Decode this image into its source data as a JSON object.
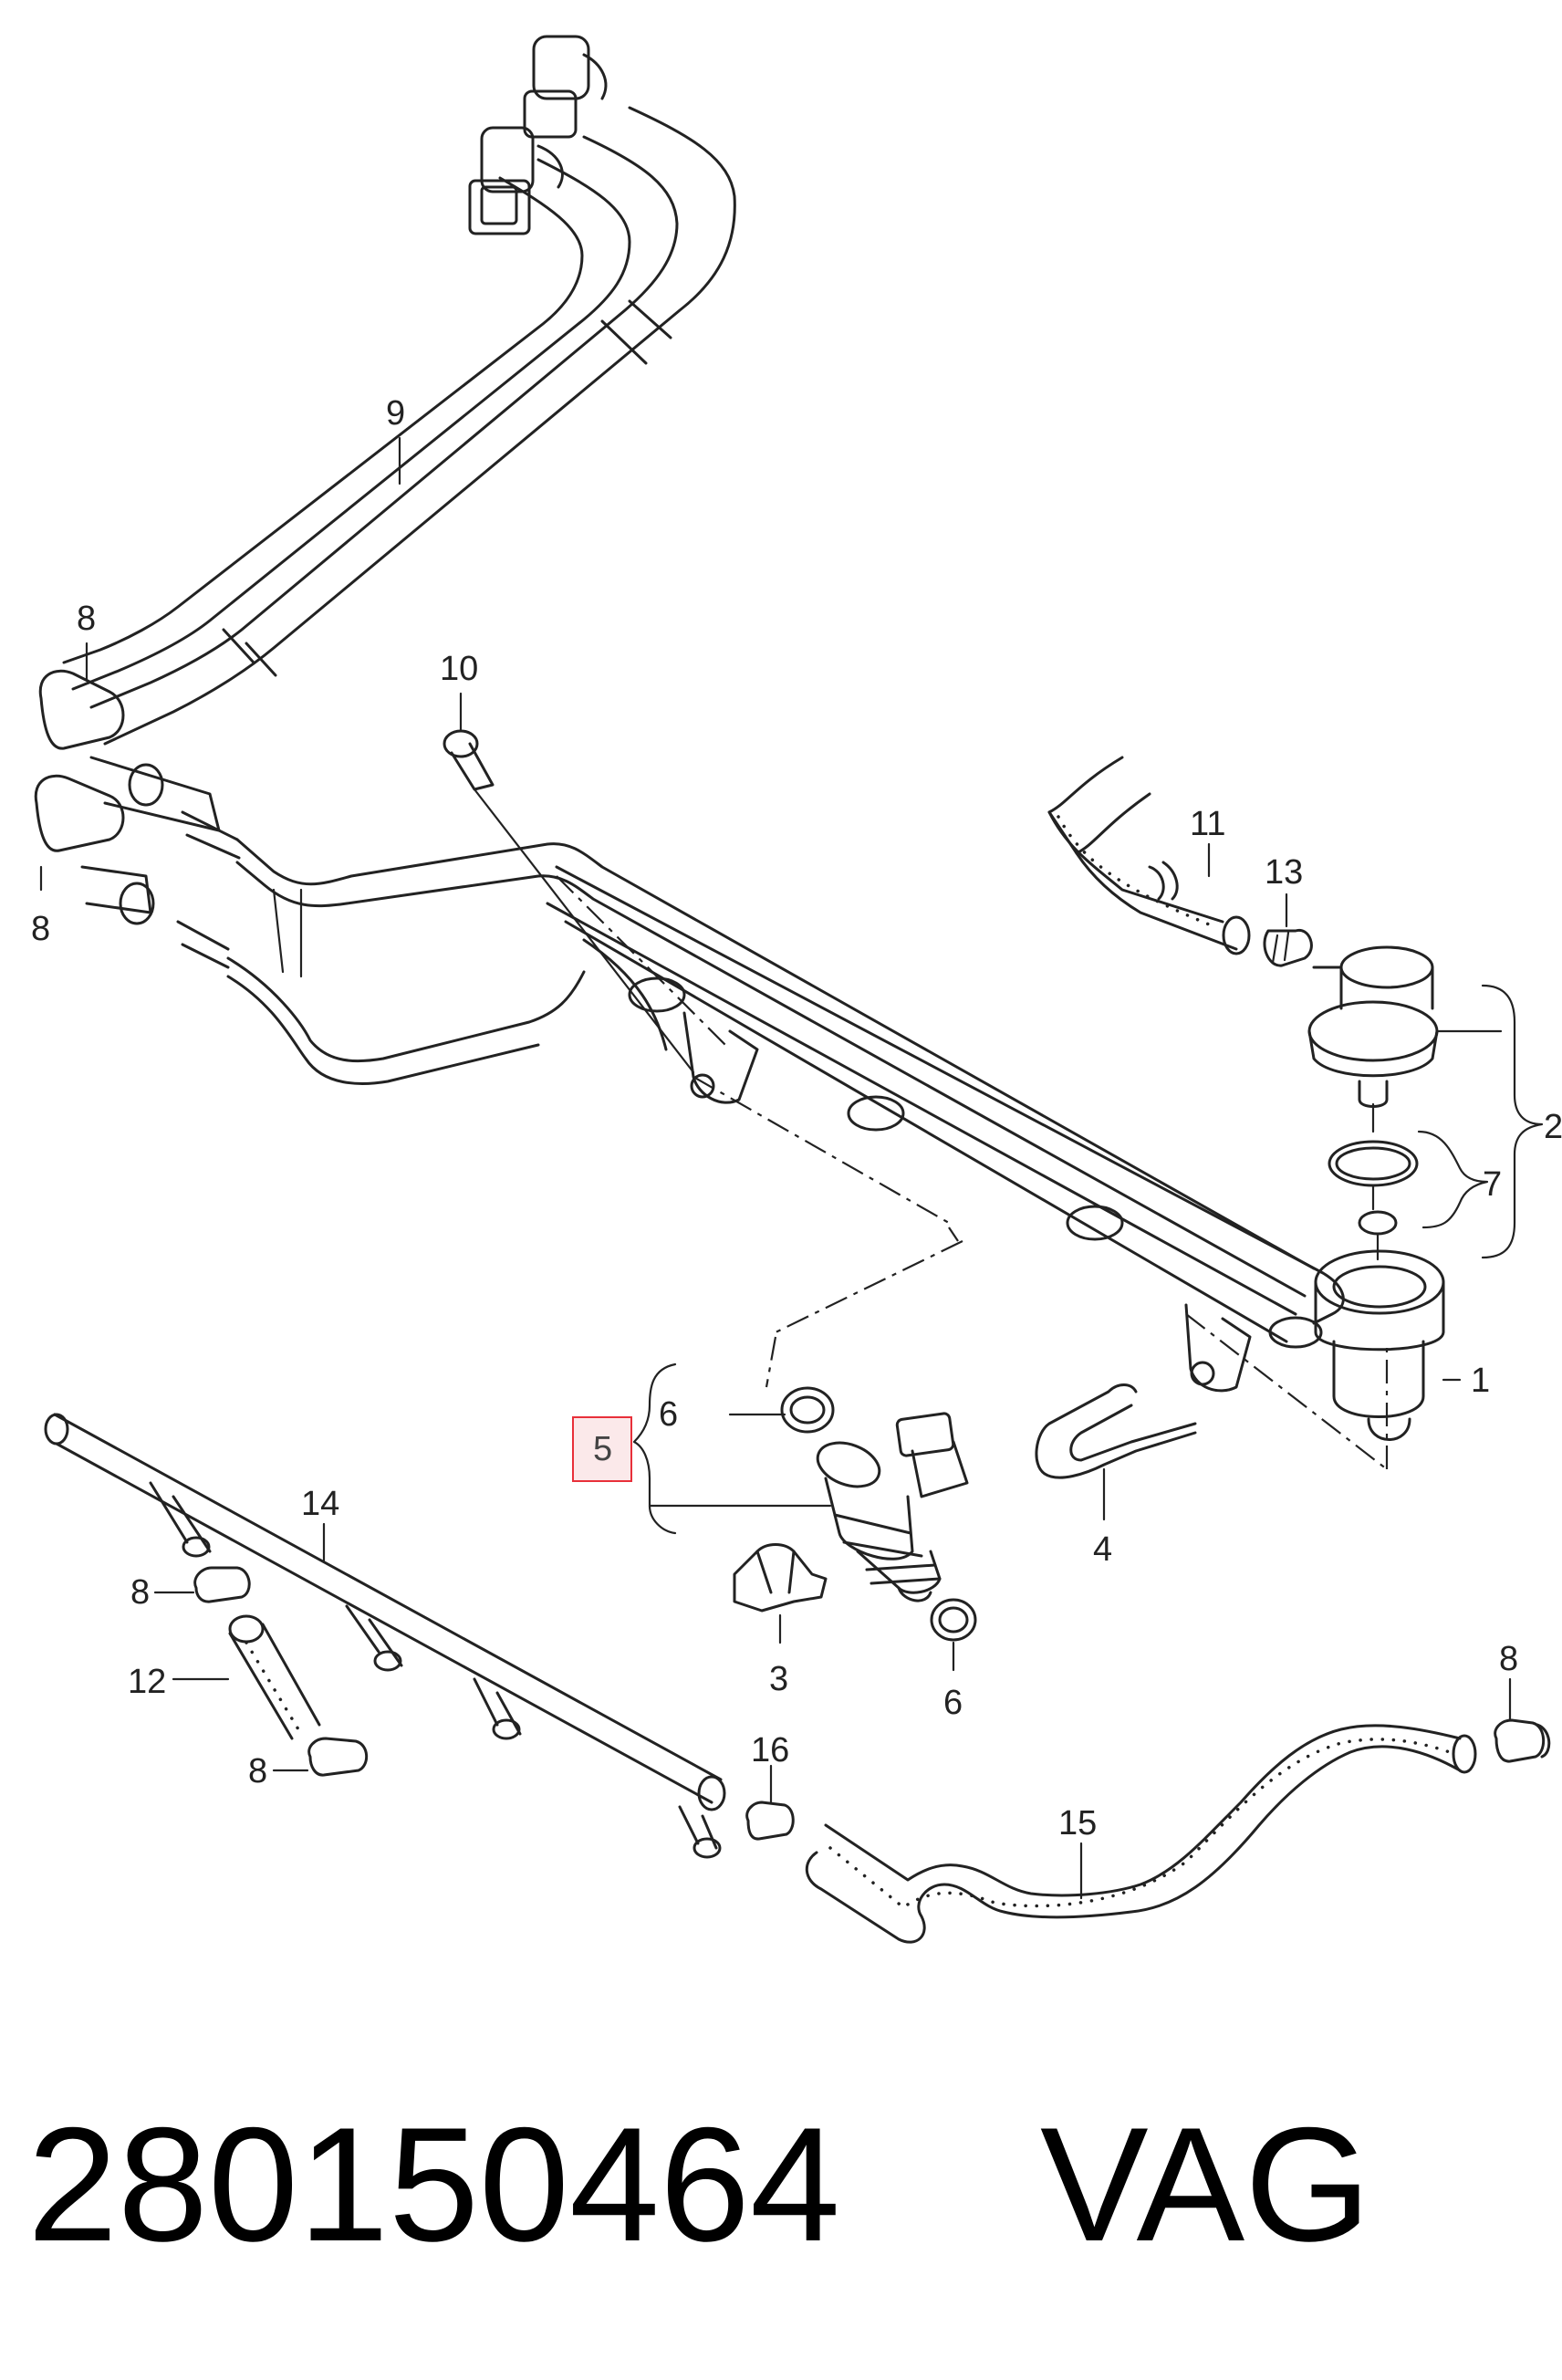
{
  "callouts": {
    "c1": "1",
    "c2": "2",
    "c3": "3",
    "c4": "4",
    "c5": "5",
    "c6a": "6",
    "c6b": "6",
    "c7": "7",
    "c8a": "8",
    "c8b": "8",
    "c8c": "8",
    "c8d": "8",
    "c8e": "8",
    "c9": "9",
    "c10": "10",
    "c11": "11",
    "c12": "12",
    "c13": "13",
    "c14": "14",
    "c15": "15",
    "c16": "16"
  },
  "highlight_color": "#e8303a",
  "caption": {
    "part_number": "280150464",
    "brand": "VAG"
  }
}
